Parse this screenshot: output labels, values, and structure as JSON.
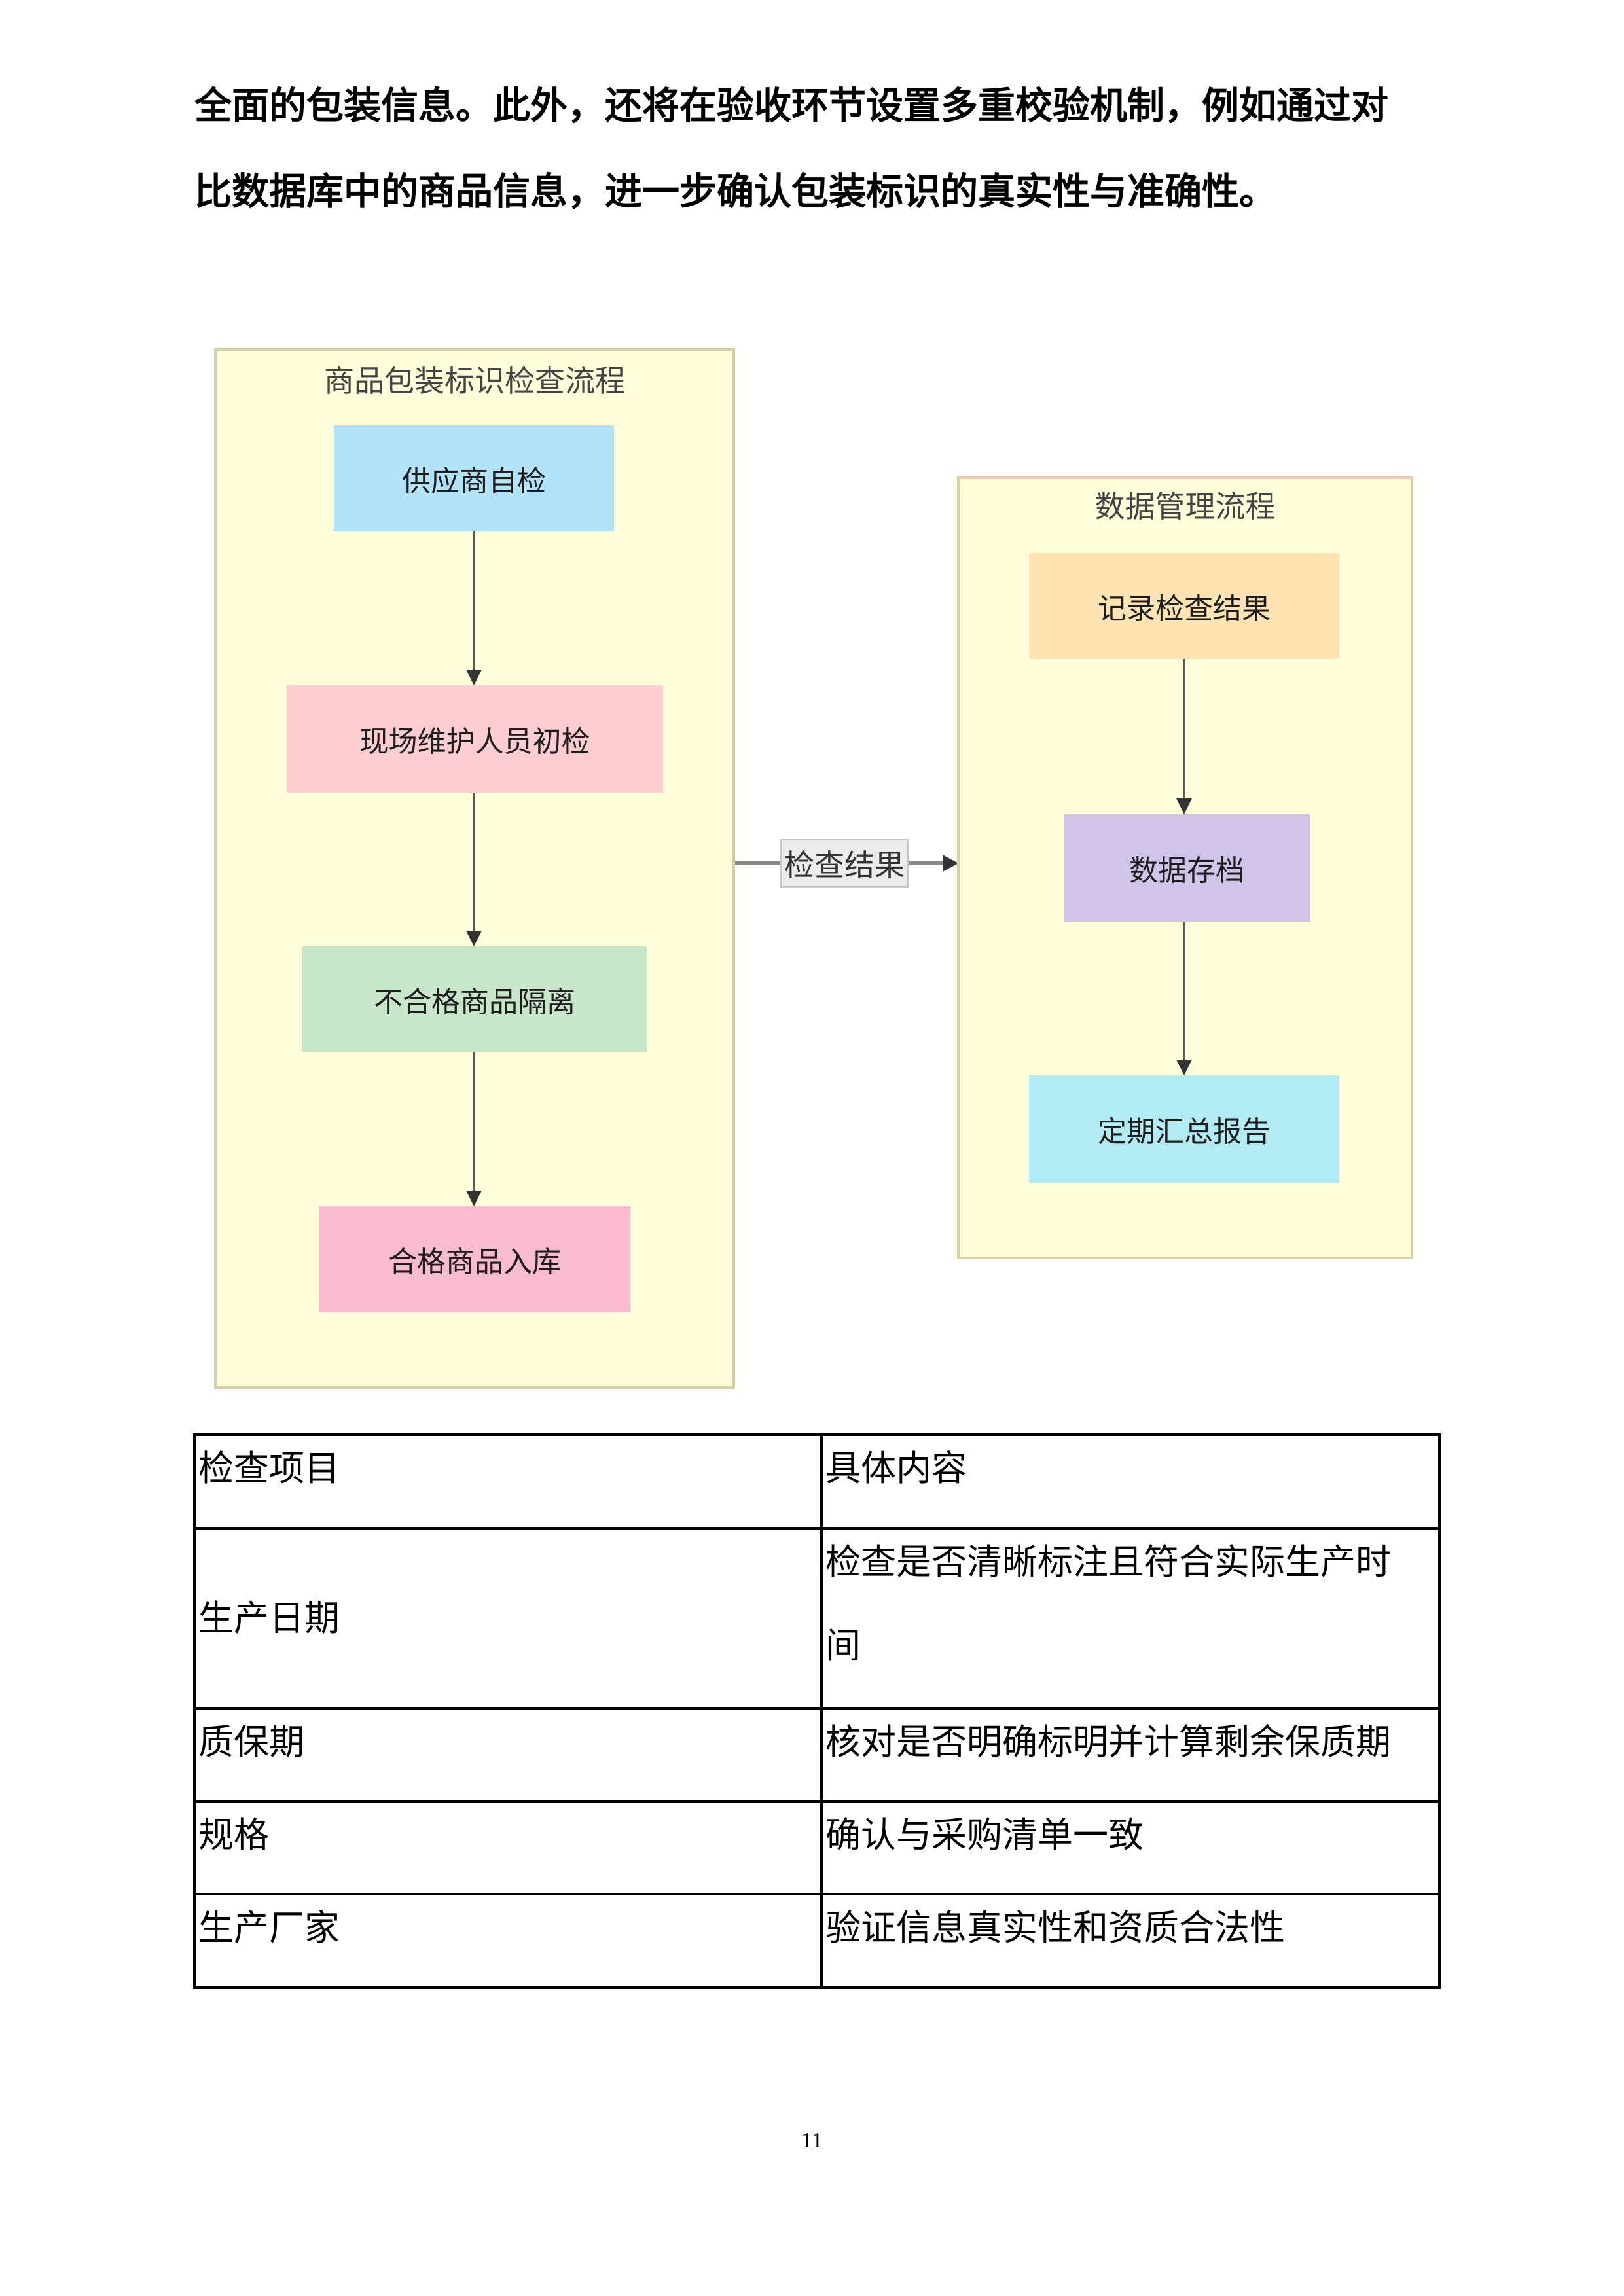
{
  "paragraph": {
    "lines": [
      "全面的包装信息。此外，还将在验收环节设置多重校验机制，例如通过对",
      "比数据库中的商品信息，进一步确认包装标识的真实性与准确性。"
    ]
  },
  "diagram": {
    "left_lane": {
      "title": "商品包装标识检查流程",
      "nodes": [
        {
          "label": "供应商自检",
          "color": "#b3e3f8"
        },
        {
          "label": "现场维护人员初检",
          "color": "#fdcdd2"
        },
        {
          "label": "不合格商品隔离",
          "color": "#c8e6c9"
        },
        {
          "label": "合格商品入库",
          "color": "#f8bbd0"
        }
      ]
    },
    "connector": {
      "label": "检查结果"
    },
    "right_lane": {
      "title": "数据管理流程",
      "nodes": [
        {
          "label": "记录检查结果",
          "color": "#ffe3b3"
        },
        {
          "label": "数据存档",
          "color": "#d1c4e9"
        },
        {
          "label": "定期汇总报告",
          "color": "#b2ebf2"
        }
      ]
    },
    "colors": {
      "lane_bg": "#fefedb",
      "lane_border": "#d3d2a4",
      "arrow": "#333333"
    }
  },
  "table": {
    "headers": [
      "检查项目",
      "具体内容"
    ],
    "rows": [
      {
        "item": "生产日期",
        "content_line1": "检查是否清晰标注且符合实际生产时",
        "content_line2": "间"
      },
      {
        "item": "质保期",
        "content_line1": "核对是否明确标明并计算剩余保质期"
      },
      {
        "item": "规格",
        "content_line1": "确认与采购清单一致"
      },
      {
        "item": "生产厂家",
        "content_line1": "验证信息真实性和资质合法性"
      }
    ]
  },
  "footer": {
    "page_number": "11"
  }
}
